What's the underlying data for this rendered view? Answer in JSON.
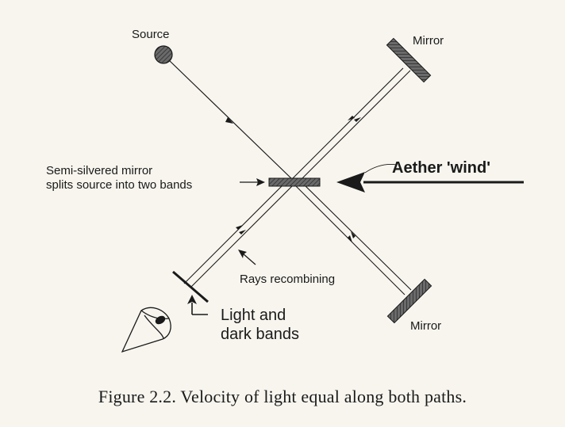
{
  "labels": {
    "source": "Source",
    "mirror_top": "Mirror",
    "mirror_bottom": "Mirror",
    "semi_line1": "Semi-silvered mirror",
    "semi_line2": "splits source into two bands",
    "aether": "Aether 'wind'",
    "rays": "Rays recombining",
    "bands_line1": "Light and",
    "bands_line2": "dark bands"
  },
  "caption": "Figure 2.2. Velocity of light equal along both paths.",
  "colors": {
    "ink": "#1a1a1a",
    "mirror_fill": "#5a5a5a",
    "background": "#f7f5ee"
  }
}
